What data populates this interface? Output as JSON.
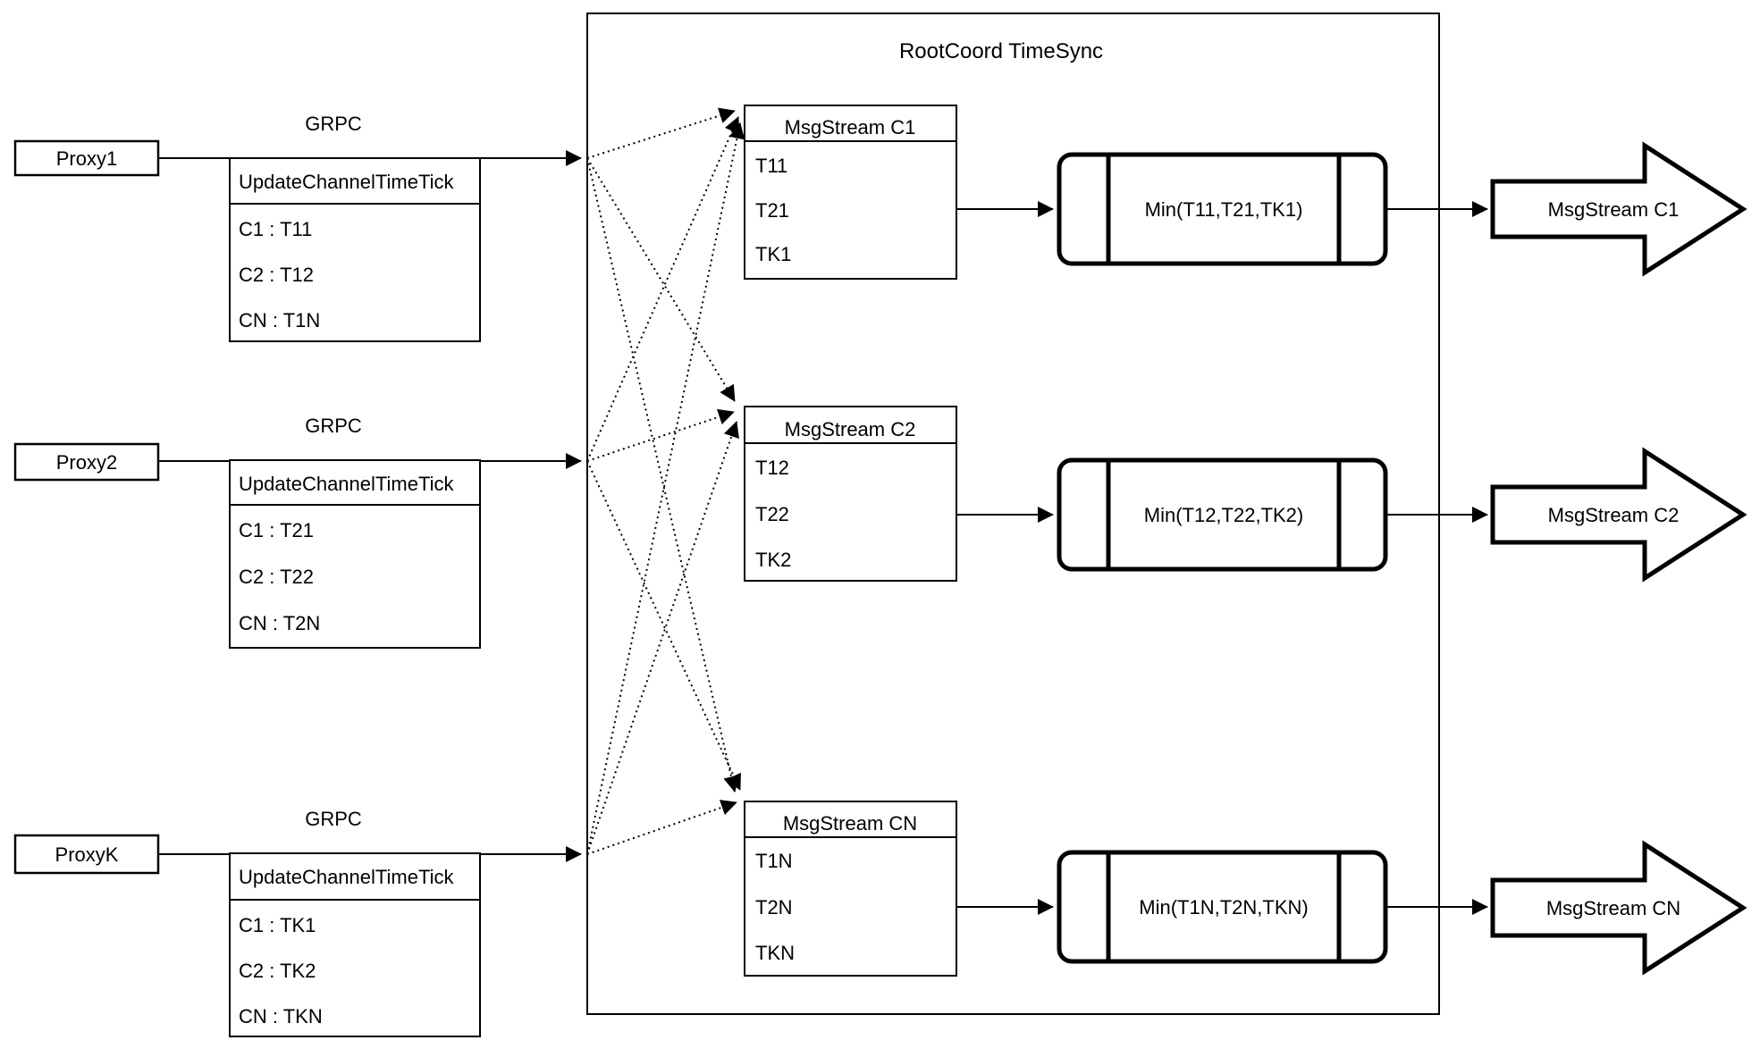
{
  "diagram": {
    "container_title": "RootCoord TimeSync",
    "colors": {
      "ink": "#000000",
      "background": "#ffffff"
    },
    "proxies": [
      {
        "name": "Proxy1",
        "protocol": "GRPC",
        "message": {
          "title": "UpdateChannelTimeTick",
          "rows": [
            "C1 :  T11",
            "C2 :  T12",
            "CN : T1N"
          ]
        }
      },
      {
        "name": "Proxy2",
        "protocol": "GRPC",
        "message": {
          "title": "UpdateChannelTimeTick",
          "rows": [
            "C1 :  T21",
            "C2 :  T22",
            "CN : T2N"
          ]
        }
      },
      {
        "name": "ProxyK",
        "protocol": "GRPC",
        "message": {
          "title": "UpdateChannelTimeTick",
          "rows": [
            "C1 :  TK1",
            "C2 :  TK2",
            "CN : TKN"
          ]
        }
      }
    ],
    "streams": [
      {
        "table_title": "MsgStream C1",
        "table_rows": [
          "T11",
          "T21",
          "TK1"
        ],
        "min_label": "Min(T11,T21,TK1)",
        "output_label": "MsgStream C1"
      },
      {
        "table_title": "MsgStream C2",
        "table_rows": [
          "T12",
          "T22",
          "TK2"
        ],
        "min_label": "Min(T12,T22,TK2)",
        "output_label": "MsgStream C2"
      },
      {
        "table_title": "MsgStream CN",
        "table_rows": [
          "T1N",
          "T2N",
          "TKN"
        ],
        "min_label": "Min(T1N,T2N,TKN)",
        "output_label": "MsgStream CN"
      }
    ]
  }
}
